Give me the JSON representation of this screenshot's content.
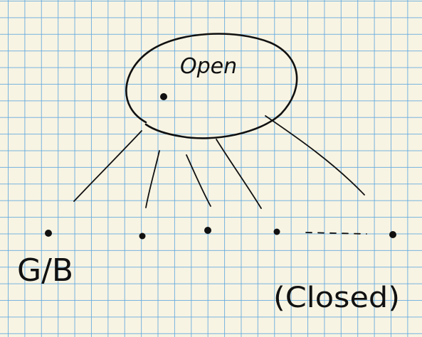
{
  "diagram": {
    "open_label": "Open",
    "gb_label": "G/B",
    "closed_label": "(Closed)",
    "ink_color": "#111111",
    "grid_color": "#60a8de",
    "paper_color": "#f8f4e3"
  }
}
